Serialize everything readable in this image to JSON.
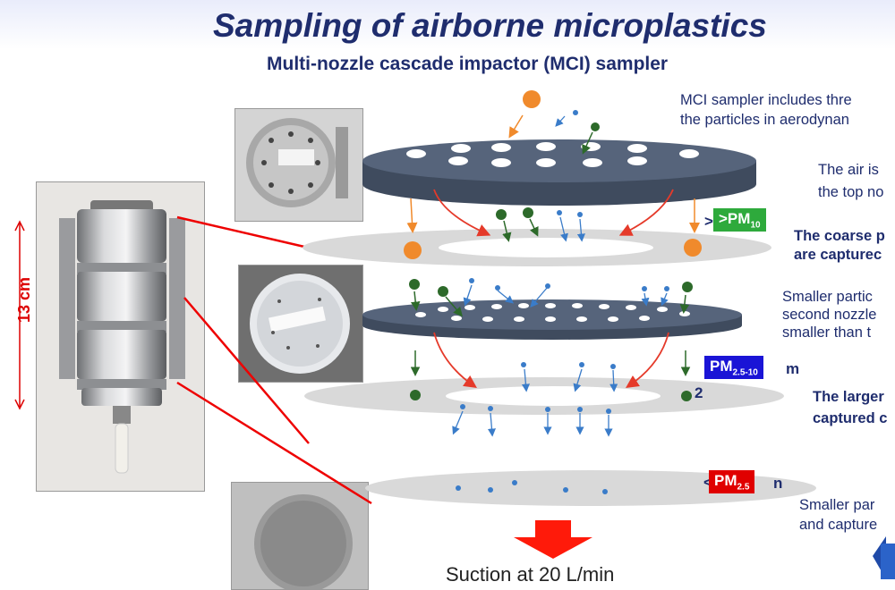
{
  "title": "Sampling of airborne microplastics",
  "subtitle": "Multi-nozzle cascade impactor (MCI) sampler",
  "ruler_label": "13 cm",
  "suction_label": "Suction at 20 L/min",
  "descriptions": {
    "intro_line1": "MCI sampler includes thre",
    "intro_line2": "the particles in aerodynan",
    "air_line1": "The air is",
    "air_line2": "the top no",
    "coarse_line1": "The coarse p",
    "coarse_line2": "are capturec",
    "smaller_line1": "Smaller partic",
    "smaller_line2": "second nozzle",
    "smaller_line3": "smaller than t",
    "larger_line1": "The larger",
    "larger_line2": "captured c",
    "smallest_line1": "Smaller par",
    "smallest_line2": "and capture"
  },
  "tags": {
    "pm10": {
      "prefix": ">PM",
      "sub": "10",
      "color": "#2eaa3c",
      "behind": "> m"
    },
    "pm25_10": {
      "prefix": "PM",
      "sub": "2.5-10",
      "color": "#1a14d6",
      "behind_left": "2",
      "behind_right": "m"
    },
    "pm25": {
      "prefix": "PM",
      "sub": "2.5",
      "color": "#e00000",
      "behind_left": "<",
      "behind_right": "n"
    }
  },
  "colors": {
    "title": "#1f2d6e",
    "nozzle_plate": "#4a5870",
    "collection_plate": "#d9d9d9",
    "coarse_particle": "#f08a2c",
    "medium_particle": "#2d6a2a",
    "fine_particle": "#3a7cc9",
    "airflow_arrow": "#e53a2a",
    "suction_arrow": "#ff1a0a"
  }
}
